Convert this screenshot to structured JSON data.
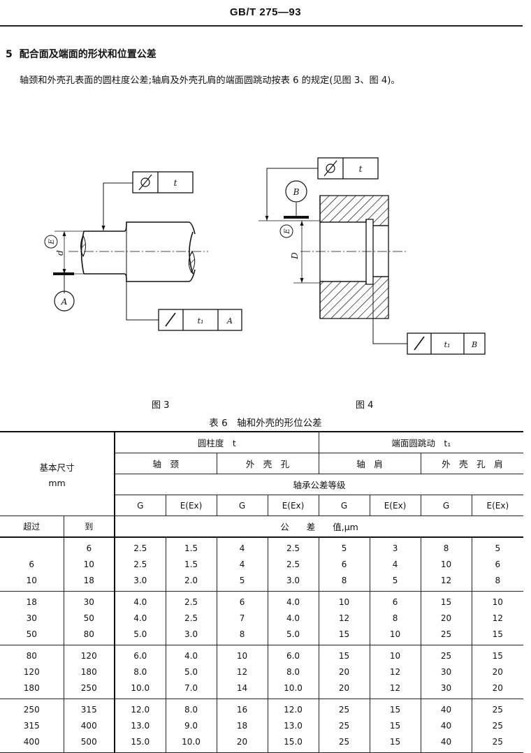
{
  "header": {
    "standard": "GB/T 275—93"
  },
  "section": {
    "number": "5",
    "title": "配合面及端面的形状和位置公差"
  },
  "paragraph": "轴颈和外壳孔表面的圆柱度公差;轴肩及外壳孔肩的端面圆跳动按表 6 的规定(见图 3、图 4)。",
  "figures": {
    "fig3": {
      "caption": "图 3",
      "frame_top": {
        "symbol": "cylindricity",
        "value": "t"
      },
      "frame_bottom": {
        "symbol": "runout",
        "value": "t₁",
        "datum": "A"
      },
      "datum": "A",
      "dim_d": "d",
      "dim_E": "E"
    },
    "fig4": {
      "caption": "图 4",
      "frame_top": {
        "symbol": "cylindricity",
        "value": "t"
      },
      "frame_bottom": {
        "symbol": "runout",
        "value": "t₁",
        "datum": "B"
      },
      "datum": "B",
      "dim_D": "D",
      "dim_E": "E"
    }
  },
  "table": {
    "caption": "表 6　轴和外壳的形位公差",
    "headers": {
      "basic_size": "基本尺寸",
      "unit": "mm",
      "cylindricity": "圆柱度　t",
      "runout": "端面圆跳动　t₁",
      "shaft_journal": "轴　颈",
      "housing_bore": "外　壳　孔",
      "shaft_shoulder": "轴　肩",
      "housing_shoulder": "外　壳　孔　肩",
      "bearing_grade": "轴承公差等级",
      "grades": [
        "G",
        "E(Ex)",
        "G",
        "E(Ex)",
        "G",
        "E(Ex)",
        "G",
        "E(Ex)"
      ],
      "over": "超过",
      "to": "到",
      "tolerance": "公　　差　　值,μm"
    },
    "groups": [
      {
        "rows": [
          {
            "over": "",
            "to": "6",
            "values": [
              "2.5",
              "1.5",
              "4",
              "2.5",
              "5",
              "3",
              "8",
              "5"
            ]
          },
          {
            "over": "6",
            "to": "10",
            "values": [
              "2.5",
              "1.5",
              "4",
              "2.5",
              "6",
              "4",
              "10",
              "6"
            ]
          },
          {
            "over": "10",
            "to": "18",
            "values": [
              "3.0",
              "2.0",
              "5",
              "3.0",
              "8",
              "5",
              "12",
              "8"
            ]
          }
        ]
      },
      {
        "rows": [
          {
            "over": "18",
            "to": "30",
            "values": [
              "4.0",
              "2.5",
              "6",
              "4.0",
              "10",
              "6",
              "15",
              "10"
            ]
          },
          {
            "over": "30",
            "to": "50",
            "values": [
              "4.0",
              "2.5",
              "7",
              "4.0",
              "12",
              "8",
              "20",
              "12"
            ]
          },
          {
            "over": "50",
            "to": "80",
            "values": [
              "5.0",
              "3.0",
              "8",
              "5.0",
              "15",
              "10",
              "25",
              "15"
            ]
          }
        ]
      },
      {
        "rows": [
          {
            "over": "80",
            "to": "120",
            "values": [
              "6.0",
              "4.0",
              "10",
              "6.0",
              "15",
              "10",
              "25",
              "15"
            ]
          },
          {
            "over": "120",
            "to": "180",
            "values": [
              "8.0",
              "5.0",
              "12",
              "8.0",
              "20",
              "12",
              "30",
              "20"
            ]
          },
          {
            "over": "180",
            "to": "250",
            "values": [
              "10.0",
              "7.0",
              "14",
              "10.0",
              "20",
              "12",
              "30",
              "20"
            ]
          }
        ]
      },
      {
        "rows": [
          {
            "over": "250",
            "to": "315",
            "values": [
              "12.0",
              "8.0",
              "16",
              "12.0",
              "25",
              "15",
              "40",
              "25"
            ]
          },
          {
            "over": "315",
            "to": "400",
            "values": [
              "13.0",
              "9.0",
              "18",
              "13.0",
              "25",
              "15",
              "40",
              "25"
            ]
          },
          {
            "over": "400",
            "to": "500",
            "values": [
              "15.0",
              "10.0",
              "20",
              "15.0",
              "25",
              "15",
              "40",
              "25"
            ]
          }
        ]
      }
    ]
  }
}
